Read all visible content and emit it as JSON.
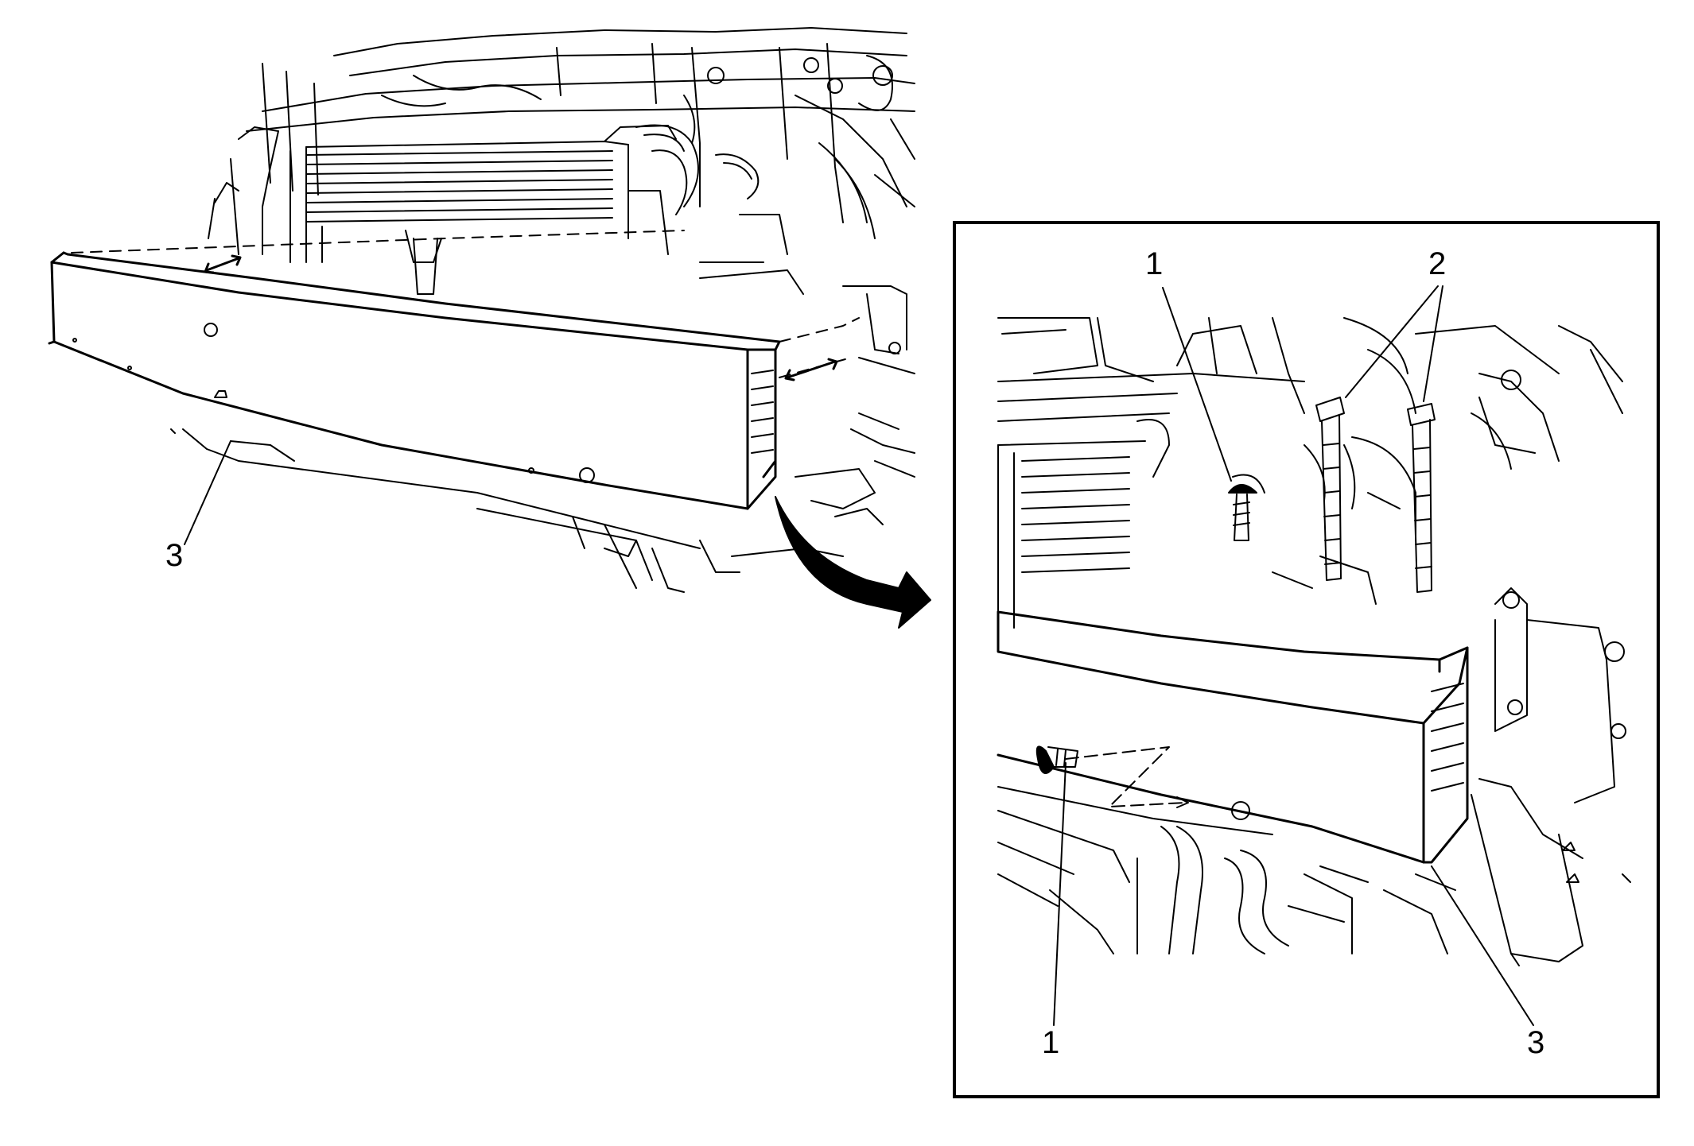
{
  "diagram": {
    "callouts": {
      "main_label_3": "3",
      "detail_label_1_top": "1",
      "detail_label_2": "2",
      "detail_label_1_bottom": "1",
      "detail_label_3": "3"
    },
    "colors": {
      "ink": "#000000",
      "paper": "#ffffff"
    }
  }
}
